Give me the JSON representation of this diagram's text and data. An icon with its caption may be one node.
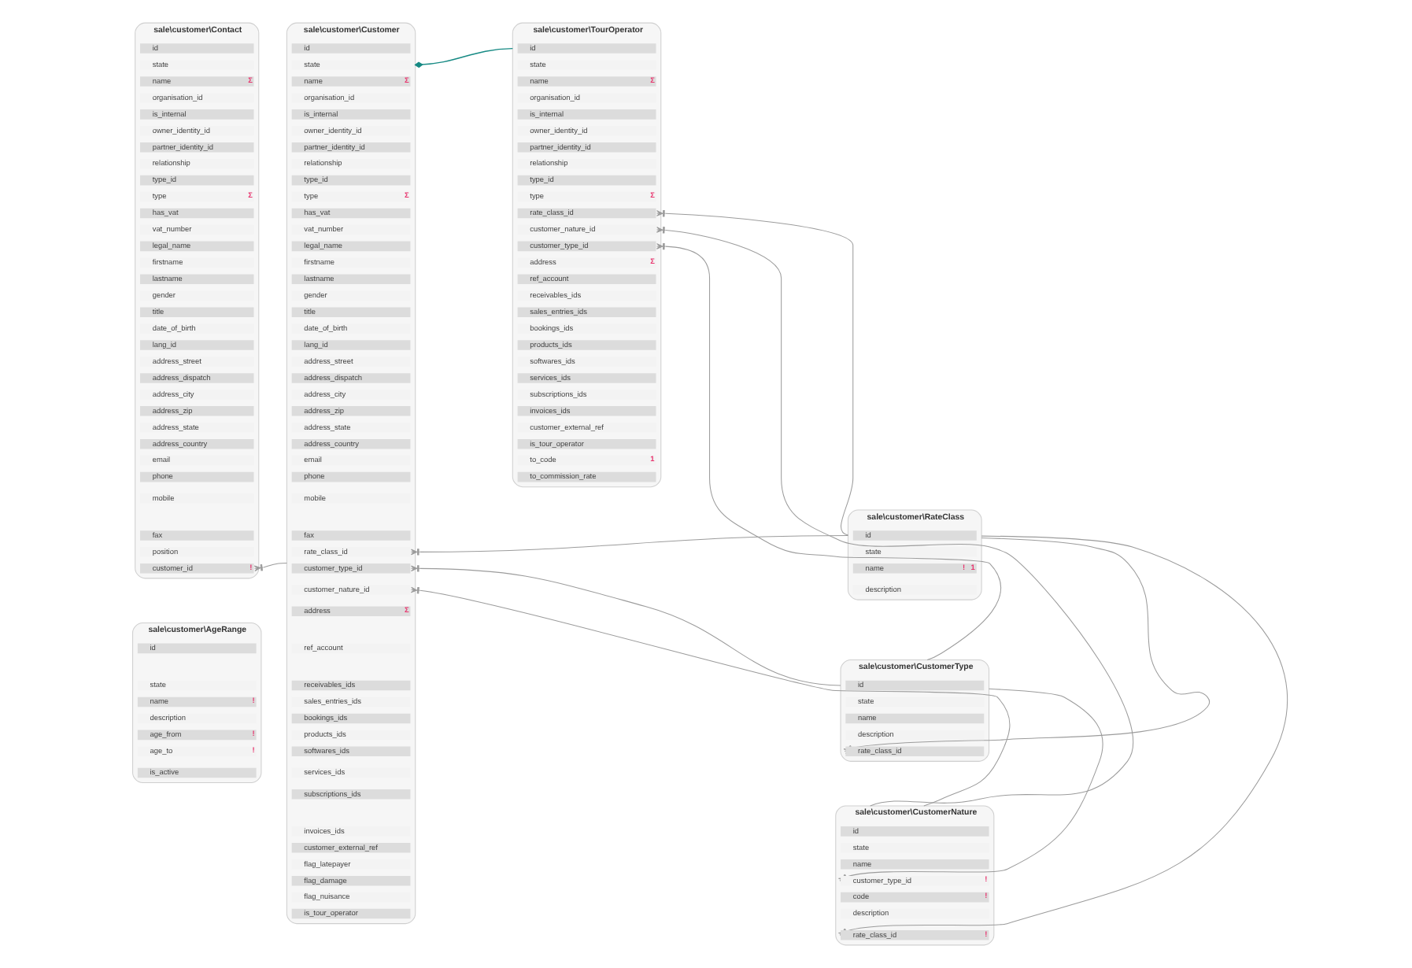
{
  "diagram": {
    "nodes": [
      {
        "text": [
          "sale\\customer\\Contact"
        ]
      },
      {
        "text": [
          "id"
        ],
        "in": 0
      },
      {
        "text": [
          "state"
        ],
        "in": 0
      },
      {
        "text": [
          "name",
          "Σ"
        ],
        "in": 0
      },
      {
        "text": [
          "organisation_id"
        ],
        "in": 0
      },
      {
        "text": [
          "is_internal"
        ],
        "in": 0
      },
      {
        "text": [
          "owner_identity_id"
        ],
        "in": 0
      },
      {
        "text": [
          "partner_identity_id"
        ],
        "in": 0
      },
      {
        "text": [
          "relationship"
        ],
        "in": 0
      },
      {
        "text": [
          "type_id"
        ],
        "in": 0
      },
      {
        "text": [
          "type",
          "Σ"
        ],
        "in": 0
      },
      {
        "text": [
          "has_vat"
        ],
        "in": 0
      },
      {
        "text": [
          "vat_number"
        ],
        "in": 0
      },
      {
        "text": [
          "legal_name"
        ],
        "in": 0
      },
      {
        "text": [
          "firstname"
        ],
        "in": 0
      },
      {
        "text": [
          "lastname"
        ],
        "in": 0
      },
      {
        "text": [
          "gender"
        ],
        "in": 0
      },
      {
        "text": [
          "title"
        ],
        "in": 0
      },
      {
        "text": [
          "date_of_birth"
        ],
        "in": 0
      },
      {
        "text": [
          "lang_id"
        ],
        "in": 0
      },
      {
        "text": [
          "address_street"
        ],
        "in": 0
      },
      {
        "text": [
          "address_dispatch"
        ],
        "in": 0
      },
      {
        "text": [
          "address_city"
        ],
        "in": 0
      },
      {
        "text": [
          "address_zip"
        ],
        "in": 0
      },
      {
        "text": [
          "address_state"
        ],
        "in": 0
      },
      {
        "text": [
          "address_country"
        ],
        "in": 0
      },
      {
        "text": [
          "email"
        ],
        "in": 0
      },
      {
        "text": [
          "phone"
        ],
        "in": 0
      },
      {
        "text": [
          "mobile"
        ],
        "in": 0
      },
      {
        "text": [
          "fax"
        ],
        "in": 0
      },
      {
        "text": [
          "position"
        ],
        "in": 0
      },
      {
        "text": [
          "customer_id",
          "!"
        ],
        "in": 0
      },
      {
        "text": [
          "sale\\customer\\AgeRange"
        ]
      },
      {
        "text": [
          "id"
        ],
        "in": 32
      },
      {
        "text": [
          "state"
        ],
        "in": 32
      },
      {
        "text": [
          "name",
          "!"
        ],
        "in": 32
      },
      {
        "text": [
          "description"
        ],
        "in": 32
      },
      {
        "text": [
          "age_from",
          "!"
        ],
        "in": 32
      },
      {
        "text": [
          "age_to",
          "!"
        ],
        "in": 32
      },
      {
        "text": [
          "is_active"
        ],
        "in": 32
      },
      {
        "text": [
          "sale\\customer\\Customer"
        ]
      },
      {
        "text": [
          "id"
        ],
        "in": 40
      },
      {
        "text": [
          "state"
        ],
        "in": 40
      },
      {
        "text": [
          "name",
          "Σ"
        ],
        "in": 40
      },
      {
        "text": [
          "organisation_id"
        ],
        "in": 40
      },
      {
        "text": [
          "is_internal"
        ],
        "in": 40
      },
      {
        "text": [
          "owner_identity_id"
        ],
        "in": 40
      },
      {
        "text": [
          "partner_identity_id"
        ],
        "in": 40
      },
      {
        "text": [
          "relationship"
        ],
        "in": 40
      },
      {
        "text": [
          "type_id"
        ],
        "in": 40
      },
      {
        "text": [
          "type",
          "Σ"
        ],
        "in": 40
      },
      {
        "text": [
          "has_vat"
        ],
        "in": 40
      },
      {
        "text": [
          "vat_number"
        ],
        "in": 40
      },
      {
        "text": [
          "legal_name"
        ],
        "in": 40
      },
      {
        "text": [
          "firstname"
        ],
        "in": 40
      },
      {
        "text": [
          "lastname"
        ],
        "in": 40
      },
      {
        "text": [
          "gender"
        ],
        "in": 40
      },
      {
        "text": [
          "title"
        ],
        "in": 40
      },
      {
        "text": [
          "date_of_birth"
        ],
        "in": 40
      },
      {
        "text": [
          "lang_id"
        ],
        "in": 40
      },
      {
        "text": [
          "address_street"
        ],
        "in": 40
      },
      {
        "text": [
          "address_dispatch"
        ],
        "in": 40
      },
      {
        "text": [
          "address_city"
        ],
        "in": 40
      },
      {
        "text": [
          "address_zip"
        ],
        "in": 40
      },
      {
        "text": [
          "address_state"
        ],
        "in": 40
      },
      {
        "text": [
          "address_country"
        ],
        "in": 40
      },
      {
        "text": [
          "email"
        ],
        "in": 40
      },
      {
        "text": [
          "phone"
        ],
        "in": 40
      },
      {
        "text": [
          "mobile"
        ],
        "in": 40
      },
      {
        "text": [
          "fax"
        ],
        "in": 40
      },
      {
        "text": [
          "rate_class_id"
        ],
        "in": 40
      },
      {
        "text": [
          "customer_type_id"
        ],
        "in": 40
      },
      {
        "text": [
          "customer_nature_id"
        ],
        "in": 40
      },
      {
        "text": [
          "address",
          "Σ"
        ],
        "in": 40
      },
      {
        "text": [
          "ref_account"
        ],
        "in": 40
      },
      {
        "text": [
          "receivables_ids"
        ],
        "in": 40
      },
      {
        "text": [
          "sales_entries_ids"
        ],
        "in": 40
      },
      {
        "text": [
          "bookings_ids"
        ],
        "in": 40
      },
      {
        "text": [
          "products_ids"
        ],
        "in": 40
      },
      {
        "text": [
          "softwares_ids"
        ],
        "in": 40
      },
      {
        "text": [
          "services_ids"
        ],
        "in": 40
      },
      {
        "text": [
          "subscriptions_ids"
        ],
        "in": 40
      },
      {
        "text": [
          "invoices_ids"
        ],
        "in": 40
      },
      {
        "text": [
          "customer_external_ref"
        ],
        "in": 40
      },
      {
        "text": [
          "flag_latepayer"
        ],
        "in": 40
      },
      {
        "text": [
          "flag_damage"
        ],
        "in": 40
      },
      {
        "text": [
          "flag_nuisance"
        ],
        "in": 40
      },
      {
        "text": [
          "is_tour_operator"
        ],
        "in": 40
      },
      {
        "text": [
          "sale\\customer\\TourOperator"
        ]
      },
      {
        "text": [
          "id"
        ],
        "in": 88
      },
      {
        "text": [
          "state"
        ],
        "in": 88
      },
      {
        "text": [
          "name",
          "Σ"
        ],
        "in": 88
      },
      {
        "text": [
          "organisation_id"
        ],
        "in": 88
      },
      {
        "text": [
          "is_internal"
        ],
        "in": 88
      },
      {
        "text": [
          "owner_identity_id"
        ],
        "in": 88
      },
      {
        "text": [
          "partner_identity_id"
        ],
        "in": 88
      },
      {
        "text": [
          "relationship"
        ],
        "in": 88
      },
      {
        "text": [
          "type_id"
        ],
        "in": 88
      },
      {
        "text": [
          "type",
          "Σ"
        ],
        "in": 88
      },
      {
        "text": [
          "rate_class_id"
        ],
        "in": 88
      },
      {
        "text": [
          "customer_nature_id"
        ],
        "in": 88
      },
      {
        "text": [
          "customer_type_id"
        ],
        "in": 88
      },
      {
        "text": [
          "address",
          "Σ"
        ],
        "in": 88
      },
      {
        "text": [
          "ref_account"
        ],
        "in": 88
      },
      {
        "text": [
          "receivables_ids"
        ],
        "in": 88
      },
      {
        "text": [
          "sales_entries_ids"
        ],
        "in": 88
      },
      {
        "text": [
          "bookings_ids"
        ],
        "in": 88
      },
      {
        "text": [
          "products_ids"
        ],
        "in": 88
      },
      {
        "text": [
          "softwares_ids"
        ],
        "in": 88
      },
      {
        "text": [
          "services_ids"
        ],
        "in": 88
      },
      {
        "text": [
          "subscriptions_ids"
        ],
        "in": 88
      },
      {
        "text": [
          "invoices_ids"
        ],
        "in": 88
      },
      {
        "text": [
          "customer_external_ref"
        ],
        "in": 88
      },
      {
        "text": [
          "is_tour_operator"
        ],
        "in": 88
      },
      {
        "text": [
          "to_code",
          "1"
        ],
        "in": 88
      },
      {
        "text": [
          "to_commission_rate"
        ],
        "in": 88
      },
      {
        "text": [
          "sale\\customer\\RateClass"
        ]
      },
      {
        "text": [
          "id"
        ],
        "in": 116
      },
      {
        "text": [
          "state"
        ],
        "in": 116
      },
      {
        "text": [
          "name",
          "!",
          "1"
        ],
        "in": 116
      },
      {
        "text": [
          "description"
        ],
        "in": 116
      },
      {
        "text": [
          "sale\\customer\\CustomerType"
        ]
      },
      {
        "text": [
          "id"
        ],
        "in": 121
      },
      {
        "text": [
          "state"
        ],
        "in": 121
      },
      {
        "text": [
          "name"
        ],
        "in": 121
      },
      {
        "text": [
          "description"
        ],
        "in": 121
      },
      {
        "text": [
          "rate_class_id"
        ],
        "in": 121
      },
      {
        "text": [
          "sale\\customer\\CustomerNature"
        ]
      },
      {
        "text": [
          "id"
        ],
        "in": 127
      },
      {
        "text": [
          "state"
        ],
        "in": 127
      },
      {
        "text": [
          "name"
        ],
        "in": 127
      },
      {
        "text": [
          "customer_type_id",
          "!"
        ],
        "in": 127
      },
      {
        "text": [
          "code",
          "!"
        ],
        "in": 127
      },
      {
        "text": [
          "description"
        ],
        "in": 127
      },
      {
        "text": [
          "rate_class_id",
          "!"
        ],
        "in": 127
      }
    ],
    "edges": [
      {
        "from": 31,
        "to": 40,
        "arrow": "other"
      },
      {
        "from": 88,
        "to": 40,
        "arrow": "other",
        "color": "#178a84"
      },
      {
        "from": 70,
        "to": 116,
        "arrow": "other"
      },
      {
        "from": 71,
        "to": 121,
        "arrow": "other"
      },
      {
        "from": 72,
        "to": 127,
        "arrow": "other"
      },
      {
        "from": 99,
        "to": 116,
        "arrow": "other"
      },
      {
        "from": 100,
        "to": 127,
        "arrow": "other"
      },
      {
        "from": 101,
        "to": 121,
        "arrow": "other"
      },
      {
        "from": 126,
        "to": 116,
        "arrow": "other"
      },
      {
        "from": 131,
        "to": 121,
        "arrow": "other"
      },
      {
        "from": 134,
        "to": 116,
        "arrow": "other"
      }
    ]
  }
}
